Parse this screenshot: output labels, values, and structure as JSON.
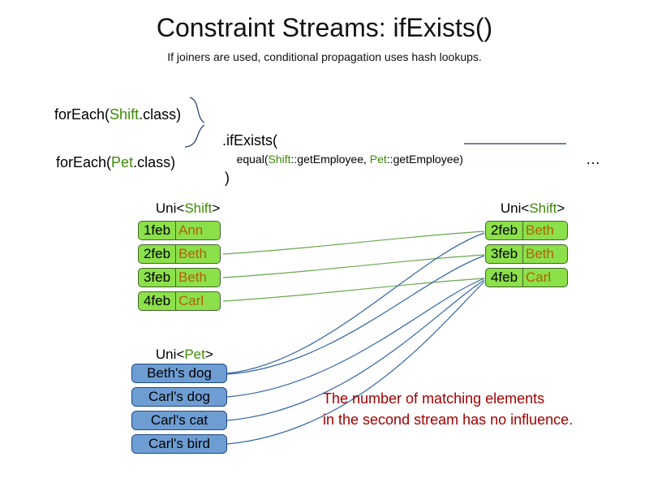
{
  "title": "Constraint Streams: ifExists()",
  "subtitle": "If joiners are used, conditional propagation uses hash lookups.",
  "code": {
    "foreach_shift_pre": "forEach(",
    "foreach_shift_class": "Shift",
    "foreach_shift_post": ".class)",
    "foreach_pet_pre": "forEach(",
    "foreach_pet_class": "Pet",
    "foreach_pet_post": ".class)",
    "if_exists": ".ifExists(",
    "equal_pre": "equal(",
    "equal_shift": "Shift",
    "equal_mid": "::getEmployee, ",
    "equal_pet": "Pet",
    "equal_post": "::getEmployee)",
    "ellipsis": "…",
    "close_paren": ")"
  },
  "left_shift_table": {
    "header_pre": "Uni<",
    "header_class": "Shift",
    "header_post": ">",
    "rows": [
      {
        "date": "1feb",
        "name": "Ann"
      },
      {
        "date": "2feb",
        "name": "Beth"
      },
      {
        "date": "3feb",
        "name": "Beth"
      },
      {
        "date": "4feb",
        "name": "Carl"
      }
    ]
  },
  "right_shift_table": {
    "header_pre": "Uni<",
    "header_class": "Shift",
    "header_post": ">",
    "rows": [
      {
        "date": "2feb",
        "name": "Beth"
      },
      {
        "date": "3feb",
        "name": "Beth"
      },
      {
        "date": "4feb",
        "name": "Carl"
      }
    ]
  },
  "pet_table": {
    "header_pre": "Uni<",
    "header_class": "Pet",
    "header_post": ">",
    "rows": [
      "Beth's dog",
      "Carl's dog",
      "Carl's cat",
      "Carl's bird"
    ]
  },
  "note": {
    "line1": "The number of matching elements",
    "line2": "in the second stream has no influence."
  },
  "colors": {
    "class_green": "#3d8a06",
    "shift_cell_fill": "#8ce04a",
    "shift_cell_border": "#44642a",
    "employee_orange": "#b45f06",
    "pet_cell_fill": "#6e9dd3",
    "pet_cell_border": "#204a87",
    "green_line": "#6aa84f",
    "blue_line": "#3465a4",
    "connector_navy": "#1f3864",
    "note_red": "#a40000"
  }
}
